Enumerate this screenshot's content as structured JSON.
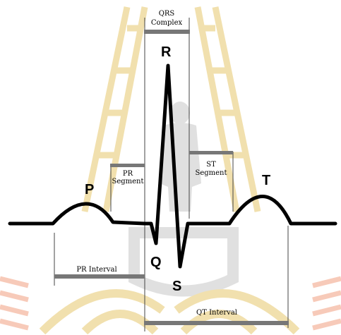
{
  "diagram": {
    "waves": {
      "p": "P",
      "q": "Q",
      "r": "R",
      "s": "S",
      "t": "T"
    },
    "segments": {
      "qrs_complex_line1": "QRS",
      "qrs_complex_line2": "Complex",
      "pr_segment_line1": "PR",
      "pr_segment_line2": "Segment",
      "st_segment_line1": "ST",
      "st_segment_line2": "Segment"
    },
    "intervals": {
      "pr_interval": "PR Interval",
      "qt_interval": "QT Interval"
    },
    "colors": {
      "trace": "#000000",
      "marker_bar": "#777777",
      "guide_line": "#444444",
      "watermark_gold": "#e7c86c",
      "watermark_gray": "#c8c8c8",
      "watermark_salmon": "#f2a080"
    }
  }
}
